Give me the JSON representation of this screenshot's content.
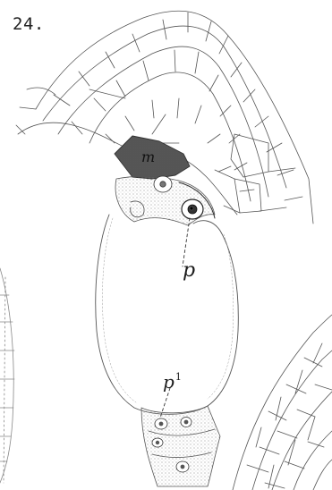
{
  "figure": {
    "number": "24.",
    "labels": {
      "m": "m",
      "p": "p",
      "p1_base": "p",
      "p1_sup": "1"
    }
  }
}
